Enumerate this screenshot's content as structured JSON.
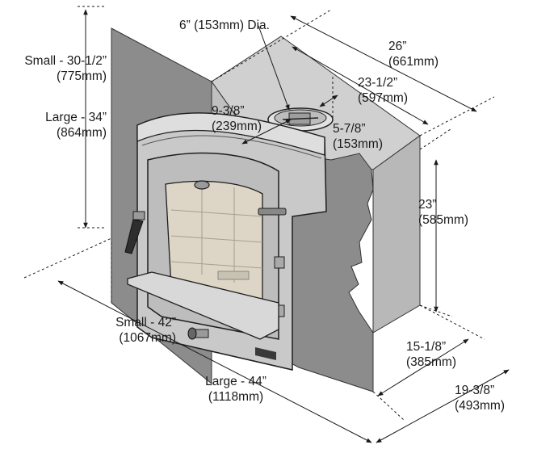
{
  "dimensions": {
    "flue_diameter": {
      "label": "6” (153mm) Dia."
    },
    "top_width": {
      "imperial": "26”",
      "metric": "(661mm)"
    },
    "flue_to_back": {
      "imperial": "23-1/2”",
      "metric": "(597mm)"
    },
    "flue_to_front": {
      "imperial": "9-3/8”",
      "metric": "(239mm)"
    },
    "flue_offset": {
      "imperial": "5-7/8”",
      "metric": "(153mm)"
    },
    "body_height": {
      "imperial": "23”",
      "metric": "(585mm)"
    },
    "body_depth": {
      "imperial": "15-1/8”",
      "metric": "(385mm)"
    },
    "overall_depth": {
      "imperial": "19-3/8”",
      "metric": "(493mm)"
    },
    "surround_height_small": {
      "imperial": "Small - 30-1/2”",
      "metric": "(775mm)"
    },
    "surround_height_large": {
      "imperial": "Large - 34”",
      "metric": "(864mm)"
    },
    "surround_width_small": {
      "imperial": "Small - 42”",
      "metric": "(1067mm)"
    },
    "surround_width_large": {
      "imperial": "Large - 44”",
      "metric": "(1118mm)"
    }
  },
  "colors": {
    "surround_panel": "#8c8c8c",
    "body": "#d2d2d2",
    "body_dark": "#b4b4b4",
    "face": "#c8c8c8",
    "glass": "#dcd6c8",
    "outline": "#1e1e1e",
    "dimension_line": "#1a1a1a"
  }
}
